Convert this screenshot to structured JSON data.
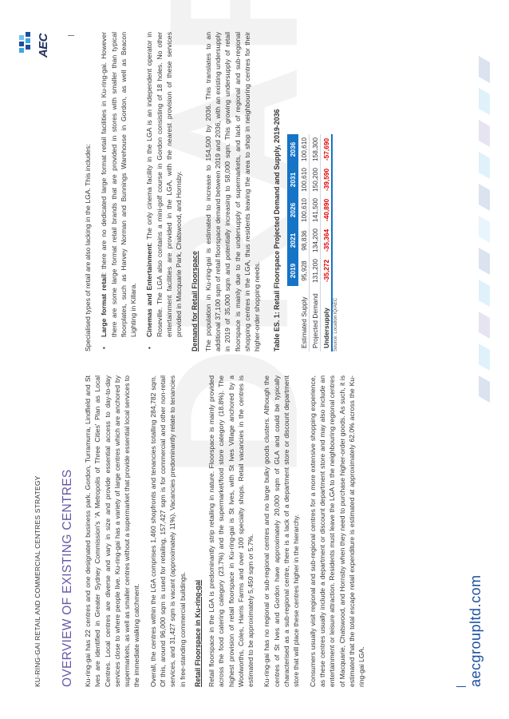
{
  "header": {
    "running_title": "KU-RING-GAI RETAIL AND COMMERCIAL CENTRES STRATEGY"
  },
  "logo": {
    "wordmark": "AEC"
  },
  "watermark": "DRAFT",
  "heading": "OVERVIEW OF EXISTING CENTRES",
  "left_column": {
    "para1": "Ku-ring-gai has 22 centres and one designated business park. Gordon, Turramurra, Lindfield and St Ives are identified in Greater Sydney Commission's 'A Metropolis of Three Cities' Plan as Local Centres. Local centres are diverse and vary in size and provide essential access to day-to-day services close to where people live. Ku-ring-gai has a variety of large centres which are anchored by supermarkets, as well as smaller centres without a supermarket that provide essential local services to the immediate walking catchment.",
    "para2": "Overall, the centres within the LGA comprises 1,460 shopfronts and tenancies totalling 284,782 sqm. Of this, around 96,000 sqm is used for retailing, 157,427 sqm is for commercial and other non-retail services, and 31,427 sqm is vacant (approximately 11%). Vacancies predominantly relate to tenancies in free-standing commercial buildings.",
    "subheading": "Retail Floorspace in Ku-ring-gai",
    "para3": "Retail floorspace in the LGA is predominantly strip retailing in nature. Floorspace is mainly provided across the food catering category (23.7%) and the supermarket/food store category (18.8%). The highest provision of retail floorspace in Ku-ring-gai is St Ives, with St Ives Village anchored by a Woolworths, Coles, Harris Farms and over 100 specialty shops. Retail vacancies in the centres is estimated to be approximately 5,450 sqm or 5.7%.",
    "para4": "Ku-ring-gai has no regional or sub-regional centres and no large bulky goods clusters. Although the centres of St Ives and Gordon have approximately 20,000 sqm of GLA and could be typically characterised as a sub-regional centre, there is a lack of a department store or discount department store that will place these centres higher in the hierarchy.",
    "para5": "Consumers usually visit regional and sub-regional centres for a more extensive shopping experience, as these centres usually include a department or discount department store and may also include an entertainment or leisure attraction. Residents must leave the LGA to the neighbouring regional centres of Macquarie, Chatswood, and Hornsby when they need to purchase higher-order goods. As such, it is estimated that the total escape retail expenditure is estimated at approximately 62.0% across the Ku-ring-gai LGA."
  },
  "right_column": {
    "intro": "Specialised types of retail are also lacking in the LGA. This includes:",
    "bullets": [
      {
        "lead": "Large format retail",
        "text": ": there are no dedicated large format retail facilities in Ku-ring-gai. However there are some large format retail brands that are provided in stores with smaller than typical floorplates, such as Harvey Norman and Bunnings Warehouse in Gordon, as well as Beacon Lighting in Killara."
      },
      {
        "lead": "Cinemas and Entertainment",
        "text": ": The only cinema facility in the LGA is an independent operator in Roseville. The LGA also contains a mini-golf course in Gordon consisting of 18 holes. No other entertainment facilities are provided in the LGA, with the nearest provision of these services provided in Macquarie Park, Chatswood, and Hornsby."
      }
    ],
    "subheading": "Demand for Retail Floorspace",
    "para1": "The population in Ku-ring-gai is estimated to increase to 154,500 by 2036. This translates to an additional 37,100 sqm of retail floorspace demand between 2019 and 2036, with an existing undersupply in 2019 of 35,000 sqm and potentially increasing to 58,000 sqm. This growing undersupply of retail floorspace is mainly due to the undersupply of supermarkets, and lack of regional and sub-regional shopping centres in the LGA, thus residents leaving the area to shop in neighbouring centres for their higher-order shopping needs.",
    "table_title": "Table ES. 1: Retail Floorspace Projected Demand and Supply, 2019-2036",
    "table": {
      "columns": [
        "",
        "2019",
        "2021",
        "2026",
        "2031",
        "2036"
      ],
      "rows": [
        {
          "label": "Estimated Supply",
          "values": [
            "95,928",
            "98,836",
            "100,610",
            "100,610",
            "100,610"
          ]
        },
        {
          "label": "Projected Demand",
          "values": [
            "131,200",
            "134,200",
            "141,500",
            "150,200",
            "158,300"
          ]
        },
        {
          "label": "Undersupply",
          "values": [
            "-35,272",
            "-35,364",
            "-40,890",
            "-39,590",
            "-57,690"
          ]
        }
      ]
    },
    "source": "Source: Location IQ/AEC"
  },
  "footer": {
    "site": "aecgroupltd.com"
  },
  "colors": {
    "heading": "#6a57a8",
    "table_header": "#1674c6",
    "negative": "#e00000",
    "brand": "#1d4fa0"
  }
}
